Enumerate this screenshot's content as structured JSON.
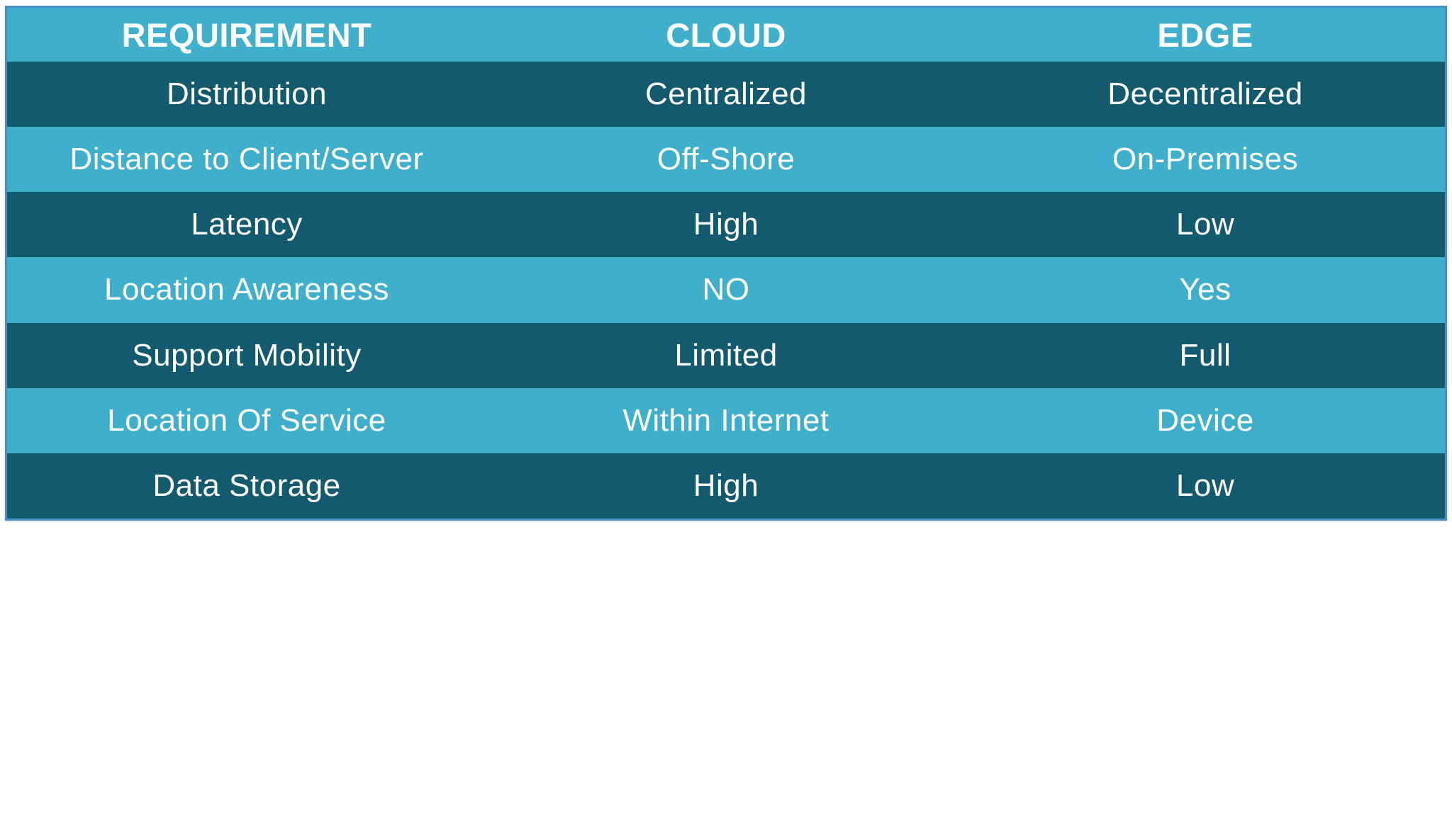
{
  "table": {
    "columns": [
      "REQUIREMENT",
      "CLOUD",
      "EDGE"
    ],
    "rows": [
      {
        "requirement": "Distribution",
        "cloud": "Centralized",
        "edge": "Decentralized"
      },
      {
        "requirement": "Distance to Client/Server",
        "cloud": "Off-Shore",
        "edge": "On-Premises"
      },
      {
        "requirement": "Latency",
        "cloud": "High",
        "edge": "Low"
      },
      {
        "requirement": "Location Awareness",
        "cloud": "NO",
        "edge": "Yes"
      },
      {
        "requirement": "Support Mobility",
        "cloud": "Limited",
        "edge": "Full"
      },
      {
        "requirement": "Location Of Service",
        "cloud": "Within Internet",
        "edge": "Device"
      },
      {
        "requirement": "Data Storage",
        "cloud": "High",
        "edge": "Low"
      }
    ]
  },
  "colors": {
    "row_light": "#3fafcc",
    "row_dark": "#145a6f",
    "table_border": "#4a8dc7",
    "text": "#ffffff",
    "page_background": "#ffffff"
  }
}
